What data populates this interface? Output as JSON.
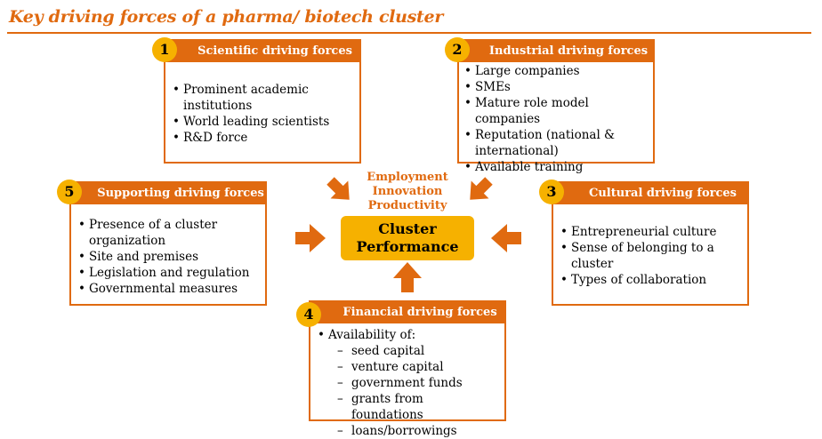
{
  "title": "Key driving forces of a pharma/ biotech cluster",
  "center": {
    "drivers": [
      "Employment",
      "Innovation",
      "Productivity"
    ],
    "line1": "Cluster",
    "line2": "Performance"
  },
  "colors": {
    "accent": "#E06A10",
    "badge": "#F6B100"
  },
  "forces": {
    "scientific": {
      "number": "1",
      "title": "Scientific driving forces",
      "items": [
        "Prominent academic institutions",
        "World leading scientists",
        "R&D force"
      ]
    },
    "industrial": {
      "number": "2",
      "title": "Industrial driving forces",
      "items": [
        "Large companies",
        "SMEs",
        "Mature role model companies",
        "Reputation (national & international)",
        "Available training"
      ]
    },
    "cultural": {
      "number": "3",
      "title": "Cultural driving forces",
      "items": [
        "Entrepreneurial culture",
        "Sense of belonging to a cluster",
        "Types of collaboration"
      ]
    },
    "financial": {
      "number": "4",
      "title": "Financial driving forces",
      "lead": "Availability of:",
      "items": [
        "seed capital",
        "venture capital",
        "government funds",
        "grants from foundations",
        "loans/borrowings"
      ]
    },
    "supporting": {
      "number": "5",
      "title": "Supporting driving forces",
      "items": [
        "Presence of a cluster organization",
        "Site and premises",
        "Legislation and regulation",
        "Governmental measures"
      ]
    }
  }
}
